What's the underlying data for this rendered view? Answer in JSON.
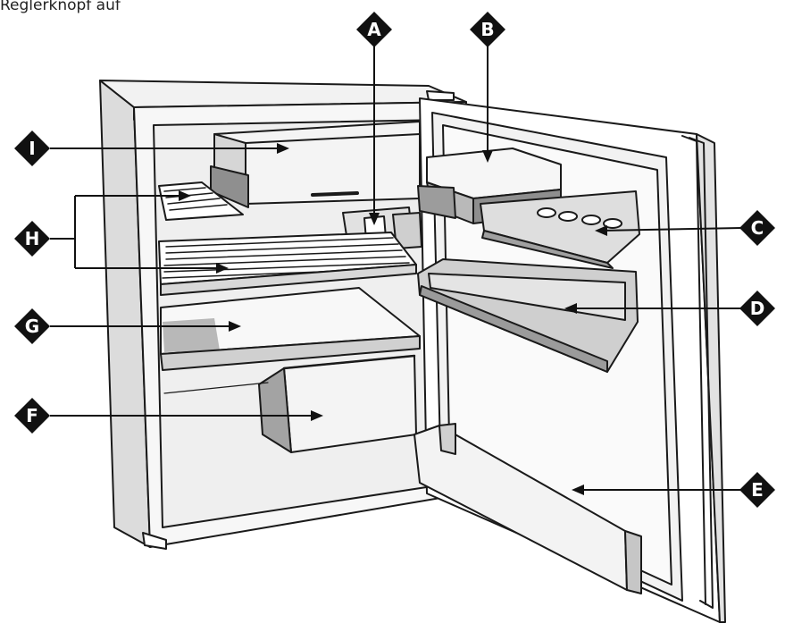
{
  "caption": "Reglerknopf auf",
  "callouts": [
    {
      "id": "A",
      "label": "A"
    },
    {
      "id": "B",
      "label": "B"
    },
    {
      "id": "C",
      "label": "C"
    },
    {
      "id": "D",
      "label": "D"
    },
    {
      "id": "E",
      "label": "E"
    },
    {
      "id": "F",
      "label": "F"
    },
    {
      "id": "G",
      "label": "G"
    },
    {
      "id": "H",
      "label": "H"
    },
    {
      "id": "I",
      "label": "I"
    }
  ],
  "colors": {
    "line": "#1a1a1a",
    "marker": "#111111",
    "shade_light": "#e9e9e9",
    "shade_mid": "#bdbdbd",
    "shade_dark": "#8a8a8a"
  }
}
